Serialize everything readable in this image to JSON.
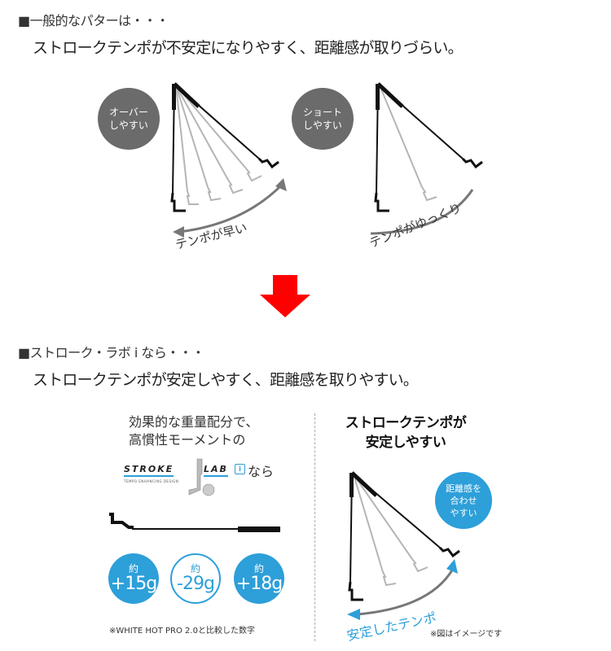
{
  "section1": {
    "heading_marker": "■",
    "heading": "一般的なパターは・・・",
    "subheading": "ストロークテンポが不安定になりやすく、距離感が取りづらい。",
    "diagram_left": {
      "badge": [
        "オーバー",
        "しやすい"
      ],
      "caption": "テンポが早い"
    },
    "diagram_right": {
      "badge": [
        "ショート",
        "しやすい"
      ],
      "caption": "テンポがゆっくり"
    }
  },
  "arrow": {
    "color": "#ff0000",
    "direction": "down"
  },
  "section2": {
    "heading_marker": "■",
    "heading": "ストローク・ラボ i なら・・・",
    "subheading": "ストロークテンポが安定しやすく、距離感を取りやすい。",
    "left_panel": {
      "text_line1": "効果的な重量配分で、",
      "text_line2": "高慣性モーメントの",
      "logo_word1": "STROKE",
      "logo_word2": "LAB",
      "logo_tagline": "TEMPO ENHANCING DESIGN",
      "logo_suffix": "なら",
      "weights": [
        {
          "prefix": "約",
          "value": "+15g",
          "style": "filled"
        },
        {
          "prefix": "約",
          "value": "-29g",
          "style": "outline"
        },
        {
          "prefix": "約",
          "value": "+18g",
          "style": "filled"
        }
      ],
      "footnote": "※WHITE HOT PRO 2.0と比較した数字"
    },
    "right_panel": {
      "title_line1": "ストロークテンポが",
      "title_line2": "安定しやすい",
      "badge": [
        "距離感を",
        "合わせ",
        "やすい"
      ],
      "caption": "安定したテンポ",
      "footnote": "※図はイメージです"
    }
  },
  "colors": {
    "accent_blue": "#2d9fd9",
    "badge_gray": "#6b6b6b",
    "arrow_red": "#ff0000",
    "ghost_putter": "#b5b5b5"
  }
}
